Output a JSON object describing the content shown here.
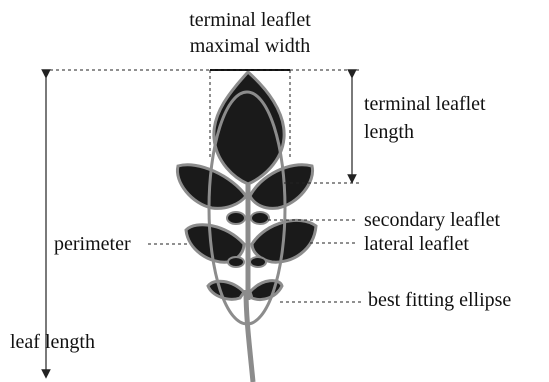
{
  "labels": {
    "terminal_width_line1": "terminal leaflet",
    "terminal_width_line2": "maximal width",
    "terminal_length_line1": "terminal leaflet",
    "terminal_length_line2": "length",
    "secondary_leaflet": "secondary leaflet",
    "lateral_leaflet": "lateral leaflet",
    "perimeter": "perimeter",
    "best_fitting_ellipse": "best fitting ellipse",
    "leaf_length": "leaf length"
  },
  "colors": {
    "leaf_fill": "#1a1a1a",
    "outline": "#8c8c8c",
    "annotation": "#222222",
    "text": "#111111"
  }
}
